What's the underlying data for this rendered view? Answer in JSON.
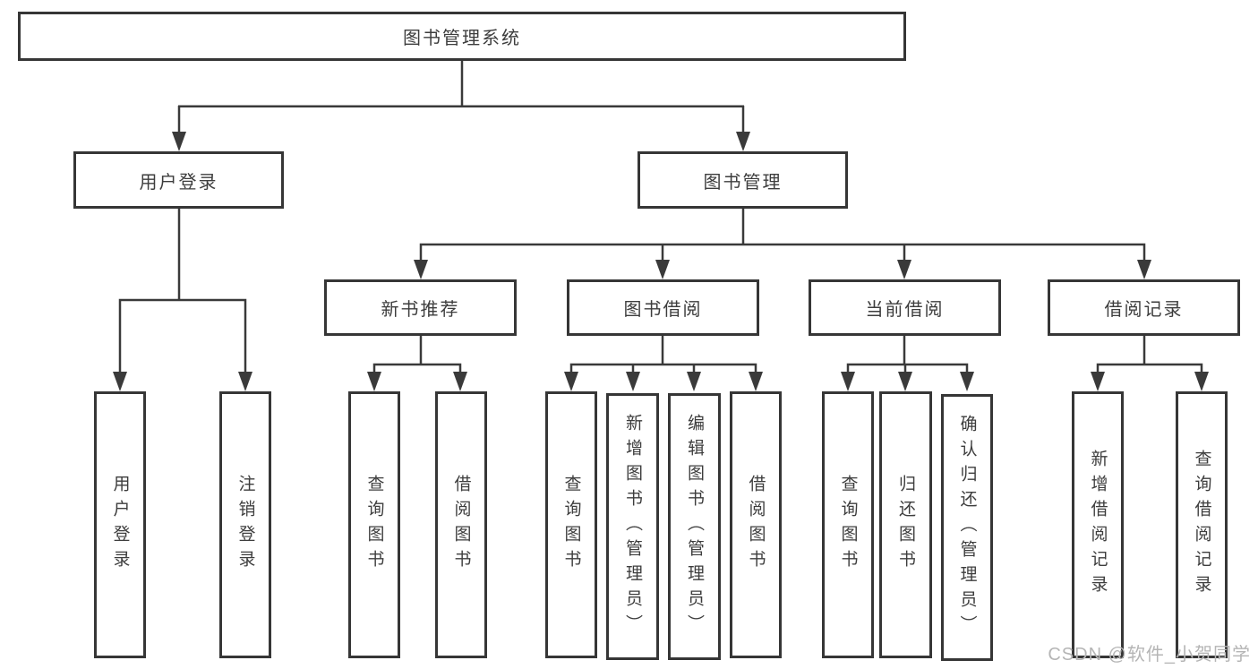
{
  "diagram_title": "图书管理系统",
  "colors": {
    "line": "#3a3a3a",
    "box_border": "#363636",
    "text": "#3d3d3d",
    "watermark": "#b5b5b5",
    "background": "#ffffff"
  },
  "tree": {
    "root": {
      "label": "图书管理系统"
    },
    "level2": [
      {
        "label": "用户登录"
      },
      {
        "label": "图书管理"
      }
    ],
    "level3": [
      {
        "label": "新书推荐",
        "parent": "图书管理"
      },
      {
        "label": "图书借阅",
        "parent": "图书管理"
      },
      {
        "label": "当前借阅",
        "parent": "图书管理"
      },
      {
        "label": "借阅记录",
        "parent": "图书管理"
      }
    ],
    "leaves": [
      {
        "label": "用户登录",
        "parent": "用户登录"
      },
      {
        "label": "注销登录",
        "parent": "用户登录"
      },
      {
        "label": "查询图书",
        "parent": "新书推荐"
      },
      {
        "label": "借阅图书",
        "parent": "新书推荐"
      },
      {
        "label": "查询图书",
        "parent": "图书借阅"
      },
      {
        "label": "新增图书（管理员）",
        "parent": "图书借阅"
      },
      {
        "label": "编辑图书（管理员）",
        "parent": "图书借阅"
      },
      {
        "label": "借阅图书",
        "parent": "图书借阅"
      },
      {
        "label": "查询图书",
        "parent": "当前借阅"
      },
      {
        "label": "归还图书",
        "parent": "当前借阅"
      },
      {
        "label": "确认归还（管理员）",
        "parent": "当前借阅"
      },
      {
        "label": "新增借阅记录",
        "parent": "借阅记录"
      },
      {
        "label": "查询借阅记录",
        "parent": "借阅记录"
      }
    ]
  },
  "watermark": {
    "text": "CSDN @软件_小贺同学"
  }
}
